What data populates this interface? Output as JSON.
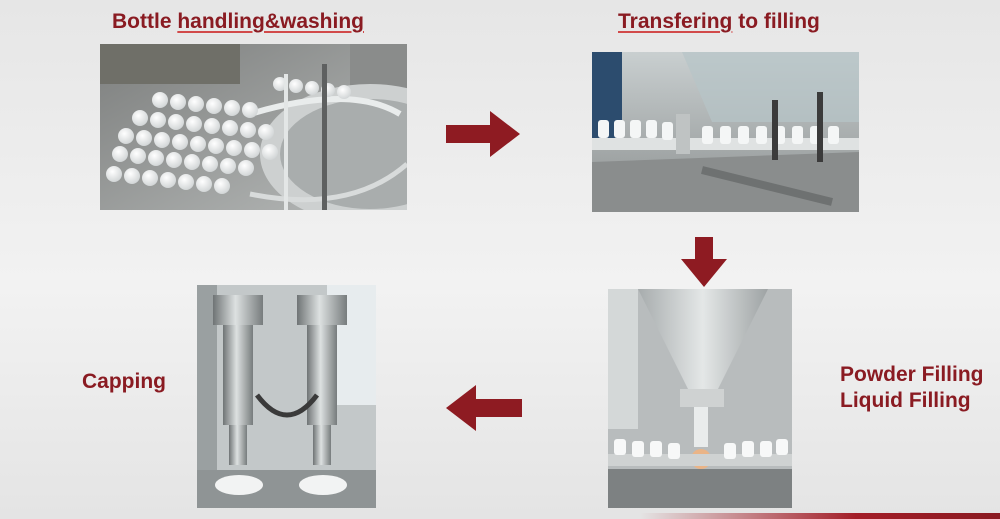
{
  "steps": {
    "washing": {
      "title_part1": "Bottle ",
      "title_part2": "handling&washing"
    },
    "transfer": {
      "title_part1": "Transfering",
      "title_part2": " to filling"
    },
    "filling": {
      "line1": "Powder Filling",
      "line2": "Liquid Filling"
    },
    "capping": {
      "title": "Capping"
    }
  },
  "colors": {
    "accent": "#8a1b22",
    "arrow": "#8e1b22",
    "underline": "#d24a4a"
  },
  "icons": {
    "flow_arrows": [
      "arrow-right-icon",
      "arrow-down-icon",
      "arrow-left-icon"
    ]
  }
}
